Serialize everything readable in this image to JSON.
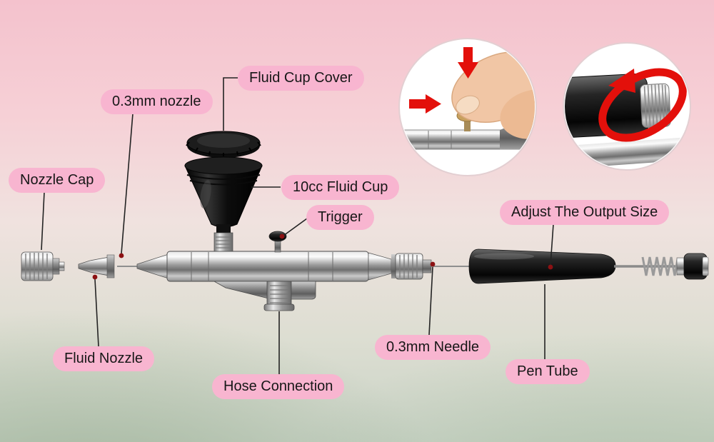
{
  "labels": [
    {
      "id": "fluid-cup-cover",
      "text": "Fluid Cup Cover"
    },
    {
      "id": "nozzle-0-3mm",
      "text": "0.3mm nozzle"
    },
    {
      "id": "nozzle-cap",
      "text": "Nozzle Cap"
    },
    {
      "id": "fluid-cup-10cc",
      "text": "10cc Fluid Cup"
    },
    {
      "id": "trigger",
      "text": "Trigger"
    },
    {
      "id": "adjust-output-size",
      "text": "Adjust The Output Size"
    },
    {
      "id": "fluid-nozzle",
      "text": "Fluid Nozzle"
    },
    {
      "id": "needle-0-3mm",
      "text": "0.3mm Needle"
    },
    {
      "id": "hose-connection",
      "text": "Hose Connection"
    },
    {
      "id": "pen-tube",
      "text": "Pen Tube"
    }
  ],
  "insets": [
    {
      "id": "press-trigger",
      "icons": [
        "down-arrow-icon",
        "right-arrow-icon"
      ]
    },
    {
      "id": "rotate-end-cap",
      "icons": [
        "rotate-arrow-icon"
      ]
    }
  ],
  "colors": {
    "label_bg": "#f8b5d0",
    "label_text": "#171717",
    "arrow_red": "#e3100b",
    "callout_line": "#232323",
    "callout_dot": "#8c1113",
    "bg_pink": "#f4c2cd",
    "bg_green": "#c9d3c6"
  }
}
